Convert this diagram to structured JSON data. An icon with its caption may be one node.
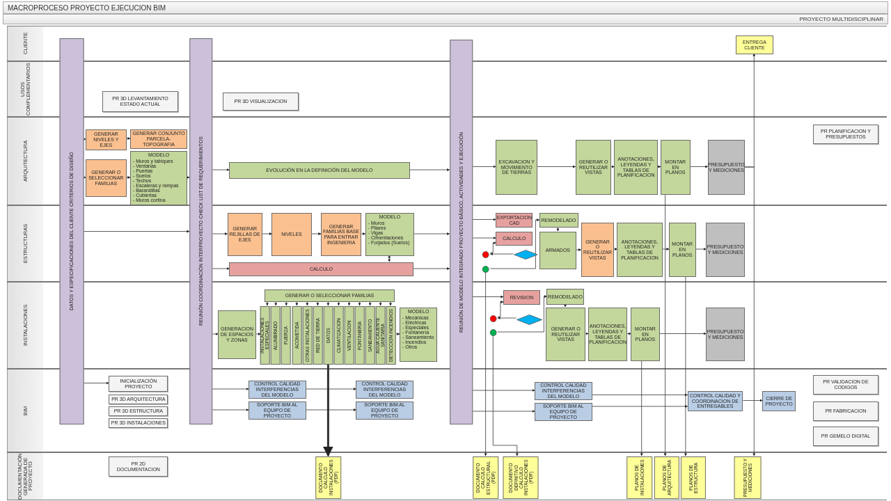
{
  "diagram": {
    "title": "MACROPROCESO PROYECTO EJECUCION BIM",
    "nodes": [
      {
        "text": [
          "CLIENTE"
        ]
      },
      {
        "text": [
          "USOS COMPLEMENTARIOS"
        ]
      },
      {
        "text": [
          "ARQUITECTURA"
        ]
      },
      {
        "text": [
          "ESTRUCTURAS"
        ]
      },
      {
        "text": [
          "INSTALACIONES"
        ]
      },
      {
        "text": [
          "BIM"
        ]
      },
      {
        "text": [
          "DOCUMENTACIÓN GENERADA DE PROYECTO"
        ]
      },
      {
        "text": [
          "DATOS Y ESPECIFICACIONES DEL CLIENTE CRITERIOS DE DISEÑO"
        ]
      },
      {
        "text": [
          "REUNIÓN COORDINACIÓN INTERPROYECTO CHECK LIST DE REQUERIMIENTOS"
        ]
      },
      {
        "text": [
          "REUNIÓN DE MODELO INTEGRADO PROYECTO BÁSICO, ACTIVIDADES Y EJECUCIÓN"
        ]
      },
      {
        "text": [
          "ENTREGA CLIENTE"
        ],
        "in": 0
      },
      {
        "text": [
          "PR 3D LEVANTAMIENTO ESTADO ACTUAL"
        ],
        "in": 1
      },
      {
        "text": [
          "PR 3D VISUALIZACION"
        ],
        "in": 1
      },
      {
        "text": [
          "GENERAR NIVELES Y EJES"
        ],
        "in": 2
      },
      {
        "text": [
          "GENERAR CONJUNTO PARCELA-TOPOGRAFIA"
        ],
        "in": 2
      },
      {
        "text": [
          "GENERAR O SELECCIONAR FAMILIAS"
        ],
        "in": 2
      },
      {
        "text": [
          "MODELO",
          "- Muros y tabiques",
          "- Ventanas",
          "- Puertas",
          "- Suelos",
          "- Techos",
          "- Escaleras y rampas",
          "- Barandillas",
          "- Cubiertas",
          "- Muros cortina"
        ],
        "in": 2
      },
      {
        "text": [
          "EVOLUCIÓN EN LA DEFINICIÓN DEL MODELO"
        ],
        "in": 2
      },
      {
        "text": [
          "EXCAVACION Y MOVIMIENTO DE TIERRAS"
        ],
        "in": 2
      },
      {
        "text": [
          "GENERAR O REUTILIZAR VISTAS"
        ],
        "in": 2
      },
      {
        "text": [
          "ANOTACIONES, LEYENDAS Y TABLAS DE PLANIFICACION"
        ],
        "in": 2
      },
      {
        "text": [
          "MONTAR EN PLANOS"
        ],
        "in": 2
      },
      {
        "text": [
          "PRESUPUESTO Y MEDICIONES"
        ],
        "in": 2
      },
      {
        "text": [
          "PR PLANIFICACION Y PRESUPUESTOS"
        ],
        "in": 2
      },
      {
        "text": [
          "GENERAR REJILLAS DE EJES"
        ],
        "in": 3
      },
      {
        "text": [
          "NIVELES"
        ],
        "in": 3
      },
      {
        "text": [
          "GENERAR FAMILIAS BASE PARA ENTRAR INGENIERIA"
        ],
        "in": 3
      },
      {
        "text": [
          "MODELO",
          "- Muros",
          "- Pilares",
          "- Vigas",
          "- Cimentaciones",
          "- Forjados (Suelos)"
        ],
        "in": 3
      },
      {
        "text": [
          "CALCULO"
        ],
        "in": 3
      },
      {
        "text": [
          "EXPORTACION CAD"
        ],
        "in": 3
      },
      {
        "text": [
          "CALCULO"
        ],
        "in": 3
      },
      {
        "text": [],
        "shape": "circle",
        "in": 3
      },
      {
        "text": [],
        "shape": "diamond",
        "in": 3
      },
      {
        "text": [],
        "shape": "circle",
        "in": 3
      },
      {
        "text": [
          "REMODELADO"
        ],
        "in": 3
      },
      {
        "text": [
          "ARMADOS"
        ],
        "in": 3
      },
      {
        "text": [
          "GENERAR O REUTILIZAR VISTAS"
        ],
        "in": 3
      },
      {
        "text": [
          "ANOTACIONES, LEYENDAS Y TABLAS DE PLANIFICACION"
        ],
        "in": 3
      },
      {
        "text": [
          "MONTAR EN PLANOS"
        ],
        "in": 3
      },
      {
        "text": [
          "PRESUPUESTO Y MEDICIONES"
        ],
        "in": 3
      },
      {
        "text": [
          "GENERAR O SELECCIONAR FAMILIAS"
        ],
        "in": 4
      },
      {
        "text": [
          "GENERACION DE ESPACIOS Y ZONAS"
        ],
        "in": 4
      },
      {
        "text": [
          "INSTALACIONES ESPECIALES"
        ],
        "in": 4
      },
      {
        "text": [
          "ALUMBRADO"
        ],
        "in": 4
      },
      {
        "text": [
          "FUERZA"
        ],
        "in": 4
      },
      {
        "text": [
          "ACOMETIDA"
        ],
        "in": 4
      },
      {
        "text": [
          "OTRAS INSTALACIONES"
        ],
        "in": 4
      },
      {
        "text": [
          "RED DE TIERRA"
        ],
        "in": 4
      },
      {
        "text": [
          "DATOS"
        ],
        "in": 4
      },
      {
        "text": [
          "CLIMATIZACION"
        ],
        "in": 4
      },
      {
        "text": [
          "VENTILACION"
        ],
        "in": 4
      },
      {
        "text": [
          "FONTANERIA"
        ],
        "in": 4
      },
      {
        "text": [
          "SANEAMIENTO"
        ],
        "in": 4
      },
      {
        "text": [
          "AGUA CALIENTE SANITARIA"
        ],
        "in": 4
      },
      {
        "text": [
          "DETECCION INCENDIOS"
        ],
        "in": 4
      },
      {
        "text": [
          "MODELO",
          "- Mecánicas",
          "- Eléctricas",
          "- Especiales",
          "- Fontanería",
          "- Saneamiento",
          "- Incendios",
          "- Otros"
        ],
        "in": 4
      },
      {
        "text": [
          "REVISION"
        ],
        "in": 4
      },
      {
        "text": [],
        "shape": "circle",
        "in": 4
      },
      {
        "text": [],
        "shape": "diamond",
        "in": 4
      },
      {
        "text": [],
        "shape": "circle",
        "in": 4
      },
      {
        "text": [
          "REMODELADO"
        ],
        "in": 4
      },
      {
        "text": [
          "GENERAR O REUTILIZAR VISTAS"
        ],
        "in": 4
      },
      {
        "text": [
          "ANOTACIONES, LEYENDAS Y TABLAS DE PLANIFICACION"
        ],
        "in": 4
      },
      {
        "text": [
          "MONTAR EN PLANOS"
        ],
        "in": 4
      },
      {
        "text": [
          "PRESUPUESTO Y MEDICIONES"
        ],
        "in": 4
      },
      {
        "text": [
          "INICIALIZACIÓN PROYECTO"
        ],
        "in": 5
      },
      {
        "text": [
          "PR 3D ARQUITECTURA"
        ],
        "in": 5
      },
      {
        "text": [
          "PR 3D ESTRUCTURA"
        ],
        "in": 5
      },
      {
        "text": [
          "PR 3D INSTALACIONES"
        ],
        "in": 5
      },
      {
        "text": [
          "CONTROL CALIDAD INTERFERENCIAS DEL MODELO"
        ],
        "in": 5
      },
      {
        "text": [
          "SOPORTE BIM AL EQUIPO DE PROYECTO"
        ],
        "in": 5
      },
      {
        "text": [
          "CONTROL CALIDAD INTERFERENCIAS DEL MODELO"
        ],
        "in": 5
      },
      {
        "text": [
          "SOPORTE BIM AL EQUIPO DE PROYECTO"
        ],
        "in": 5
      },
      {
        "text": [
          "CONTROL CALIDAD INTERFERENCIAS DEL MODELO"
        ],
        "in": 5
      },
      {
        "text": [
          "SOPORTE BIM AL EQUIPO DE PROYECTO"
        ],
        "in": 5
      },
      {
        "text": [
          "CONTROL CALIDAD Y COORDINACION DE ENTREGABLES"
        ],
        "in": 5
      },
      {
        "text": [
          "CIERRE DE PROYECTO"
        ],
        "in": 5
      },
      {
        "text": [
          "PR VALIDACION DE CODIGOS"
        ],
        "in": 5
      },
      {
        "text": [
          "PR FABRICACION"
        ],
        "in": 5
      },
      {
        "text": [
          "PR GEMELO DIGITAL"
        ],
        "in": 5
      },
      {
        "text": [
          "PR 2D DOCUMENTACION"
        ],
        "in": 6
      },
      {
        "text": [
          "DOCUMENTO CALCULO INSTALACIONES (PDF)"
        ],
        "in": 6
      },
      {
        "text": [
          "DOCUMENTO CALCULO ESTRUCTURAL (PDF)"
        ],
        "in": 6
      },
      {
        "text": [
          "DOCUMENTO DEFINITIVO CALCULO INSTALACIONES (PDF)"
        ],
        "in": 6
      },
      {
        "text": [
          "PLANOS DE INSTALACIONES"
        ],
        "in": 6
      },
      {
        "text": [
          "PLANOS DE ARQUITECTURA"
        ],
        "in": 6
      },
      {
        "text": [
          "PLANOS DE ESTRUCTURA"
        ],
        "in": 6
      },
      {
        "text": [
          "PRESUPUESTO Y MEDICIONES"
        ],
        "in": 6
      }
    ],
    "edges": [
      {
        "from": 7,
        "to": 13,
        "arrow": "to"
      },
      {
        "from": 7,
        "to": 15,
        "arrow": "to"
      },
      {
        "from": 13,
        "to": 14,
        "arrow": "to"
      },
      {
        "from": 15,
        "to": 16,
        "arrow": "to"
      },
      {
        "from": 7,
        "to": 65,
        "arrow": "to"
      },
      {
        "from": 7,
        "to": 8,
        "arrow": "to"
      },
      {
        "from": 16,
        "to": 8,
        "arrow": "to"
      },
      {
        "from": 8,
        "to": 17,
        "arrow": "to"
      },
      {
        "from": 8,
        "to": 24,
        "arrow": "to"
      },
      {
        "from": 8,
        "to": 28,
        "arrow": "to"
      },
      {
        "from": 24,
        "to": 25,
        "arrow": "to"
      },
      {
        "from": 25,
        "to": 26,
        "arrow": "to"
      },
      {
        "from": 26,
        "to": 27,
        "arrow": "to"
      },
      {
        "from": 27,
        "to": 28,
        "arrow": "both"
      },
      {
        "from": 17,
        "to": 9,
        "arrow": "to"
      },
      {
        "from": 27,
        "to": 9,
        "arrow": "to"
      },
      {
        "from": 28,
        "to": 9,
        "arrow": "to"
      },
      {
        "from": 9,
        "to": 18,
        "arrow": "to"
      },
      {
        "from": 18,
        "to": 19,
        "arrow": "to"
      },
      {
        "from": 19,
        "to": 20,
        "arrow": "to"
      },
      {
        "from": 20,
        "to": 21,
        "arrow": "to"
      },
      {
        "from": 21,
        "to": 22,
        "arrow": "to"
      },
      {
        "from": 22,
        "to": 10,
        "arrow": "to"
      },
      {
        "from": 9,
        "to": 29,
        "arrow": "to"
      },
      {
        "from": 9,
        "to": 30,
        "arrow": "to"
      },
      {
        "from": 31,
        "to": 30,
        "arrow": "to"
      },
      {
        "from": 32,
        "to": 31,
        "arrow": "to"
      },
      {
        "from": 33,
        "to": 34,
        "arrow": "to"
      },
      {
        "from": 34,
        "to": 35,
        "arrow": "to"
      },
      {
        "from": 35,
        "to": 36,
        "arrow": "to"
      },
      {
        "from": 36,
        "to": 37,
        "arrow": "to"
      },
      {
        "from": 37,
        "to": 38,
        "arrow": "to"
      },
      {
        "from": 38,
        "to": 39,
        "arrow": "to"
      },
      {
        "from": 8,
        "to": 41,
        "arrow": "to"
      },
      {
        "from": 41,
        "to": 42,
        "arrow": "to"
      },
      {
        "from": 40,
        "to": 42,
        "arrow": "to"
      },
      {
        "from": 40,
        "to": 43,
        "arrow": "to"
      },
      {
        "from": 40,
        "to": 44,
        "arrow": "to"
      },
      {
        "from": 40,
        "to": 45,
        "arrow": "to"
      },
      {
        "from": 40,
        "to": 46,
        "arrow": "to"
      },
      {
        "from": 40,
        "to": 47,
        "arrow": "to"
      },
      {
        "from": 40,
        "to": 48,
        "arrow": "to"
      },
      {
        "from": 40,
        "to": 49,
        "arrow": "to"
      },
      {
        "from": 40,
        "to": 50,
        "arrow": "to"
      },
      {
        "from": 40,
        "to": 51,
        "arrow": "to"
      },
      {
        "from": 40,
        "to": 52,
        "arrow": "to"
      },
      {
        "from": 40,
        "to": 53,
        "arrow": "to"
      },
      {
        "from": 40,
        "to": 54,
        "arrow": "to"
      },
      {
        "from": 54,
        "to": 55,
        "arrow": "to"
      },
      {
        "from": 48,
        "to": 81,
        "arrow": "to",
        "style": "thick"
      },
      {
        "from": 9,
        "to": 56,
        "arrow": "to"
      },
      {
        "from": 57,
        "to": 56,
        "arrow": "to"
      },
      {
        "from": 58,
        "to": 57,
        "arrow": "to"
      },
      {
        "from": 59,
        "to": 60,
        "arrow": "to"
      },
      {
        "from": 60,
        "to": 61,
        "arrow": "to"
      },
      {
        "from": 61,
        "to": 62,
        "arrow": "to"
      },
      {
        "from": 62,
        "to": 63,
        "arrow": "to"
      },
      {
        "from": 63,
        "to": 64,
        "arrow": "to"
      },
      {
        "from": 8,
        "to": 69,
        "arrow": "to"
      },
      {
        "from": 8,
        "to": 70,
        "arrow": "to"
      },
      {
        "from": 69,
        "to": 71,
        "arrow": "to"
      },
      {
        "from": 70,
        "to": 72,
        "arrow": "to"
      },
      {
        "from": 9,
        "to": 73,
        "arrow": "to"
      },
      {
        "from": 9,
        "to": 74,
        "arrow": "to"
      },
      {
        "from": 73,
        "to": 75,
        "arrow": "to"
      },
      {
        "from": 74,
        "to": 75,
        "arrow": "to"
      },
      {
        "from": 75,
        "to": 76,
        "arrow": "to"
      },
      {
        "from": 33,
        "to": 82,
        "arrow": "to"
      },
      {
        "from": 59,
        "to": 83,
        "arrow": "to"
      },
      {
        "from": 63,
        "to": 84,
        "arrow": "to"
      },
      {
        "from": 21,
        "to": 85,
        "arrow": "to"
      },
      {
        "from": 38,
        "to": 86,
        "arrow": "to"
      },
      {
        "from": 22,
        "to": 87,
        "arrow": "to"
      }
    ],
    "labels": [
      "PROYECTO MULTIDISCIPLINAR"
    ]
  }
}
